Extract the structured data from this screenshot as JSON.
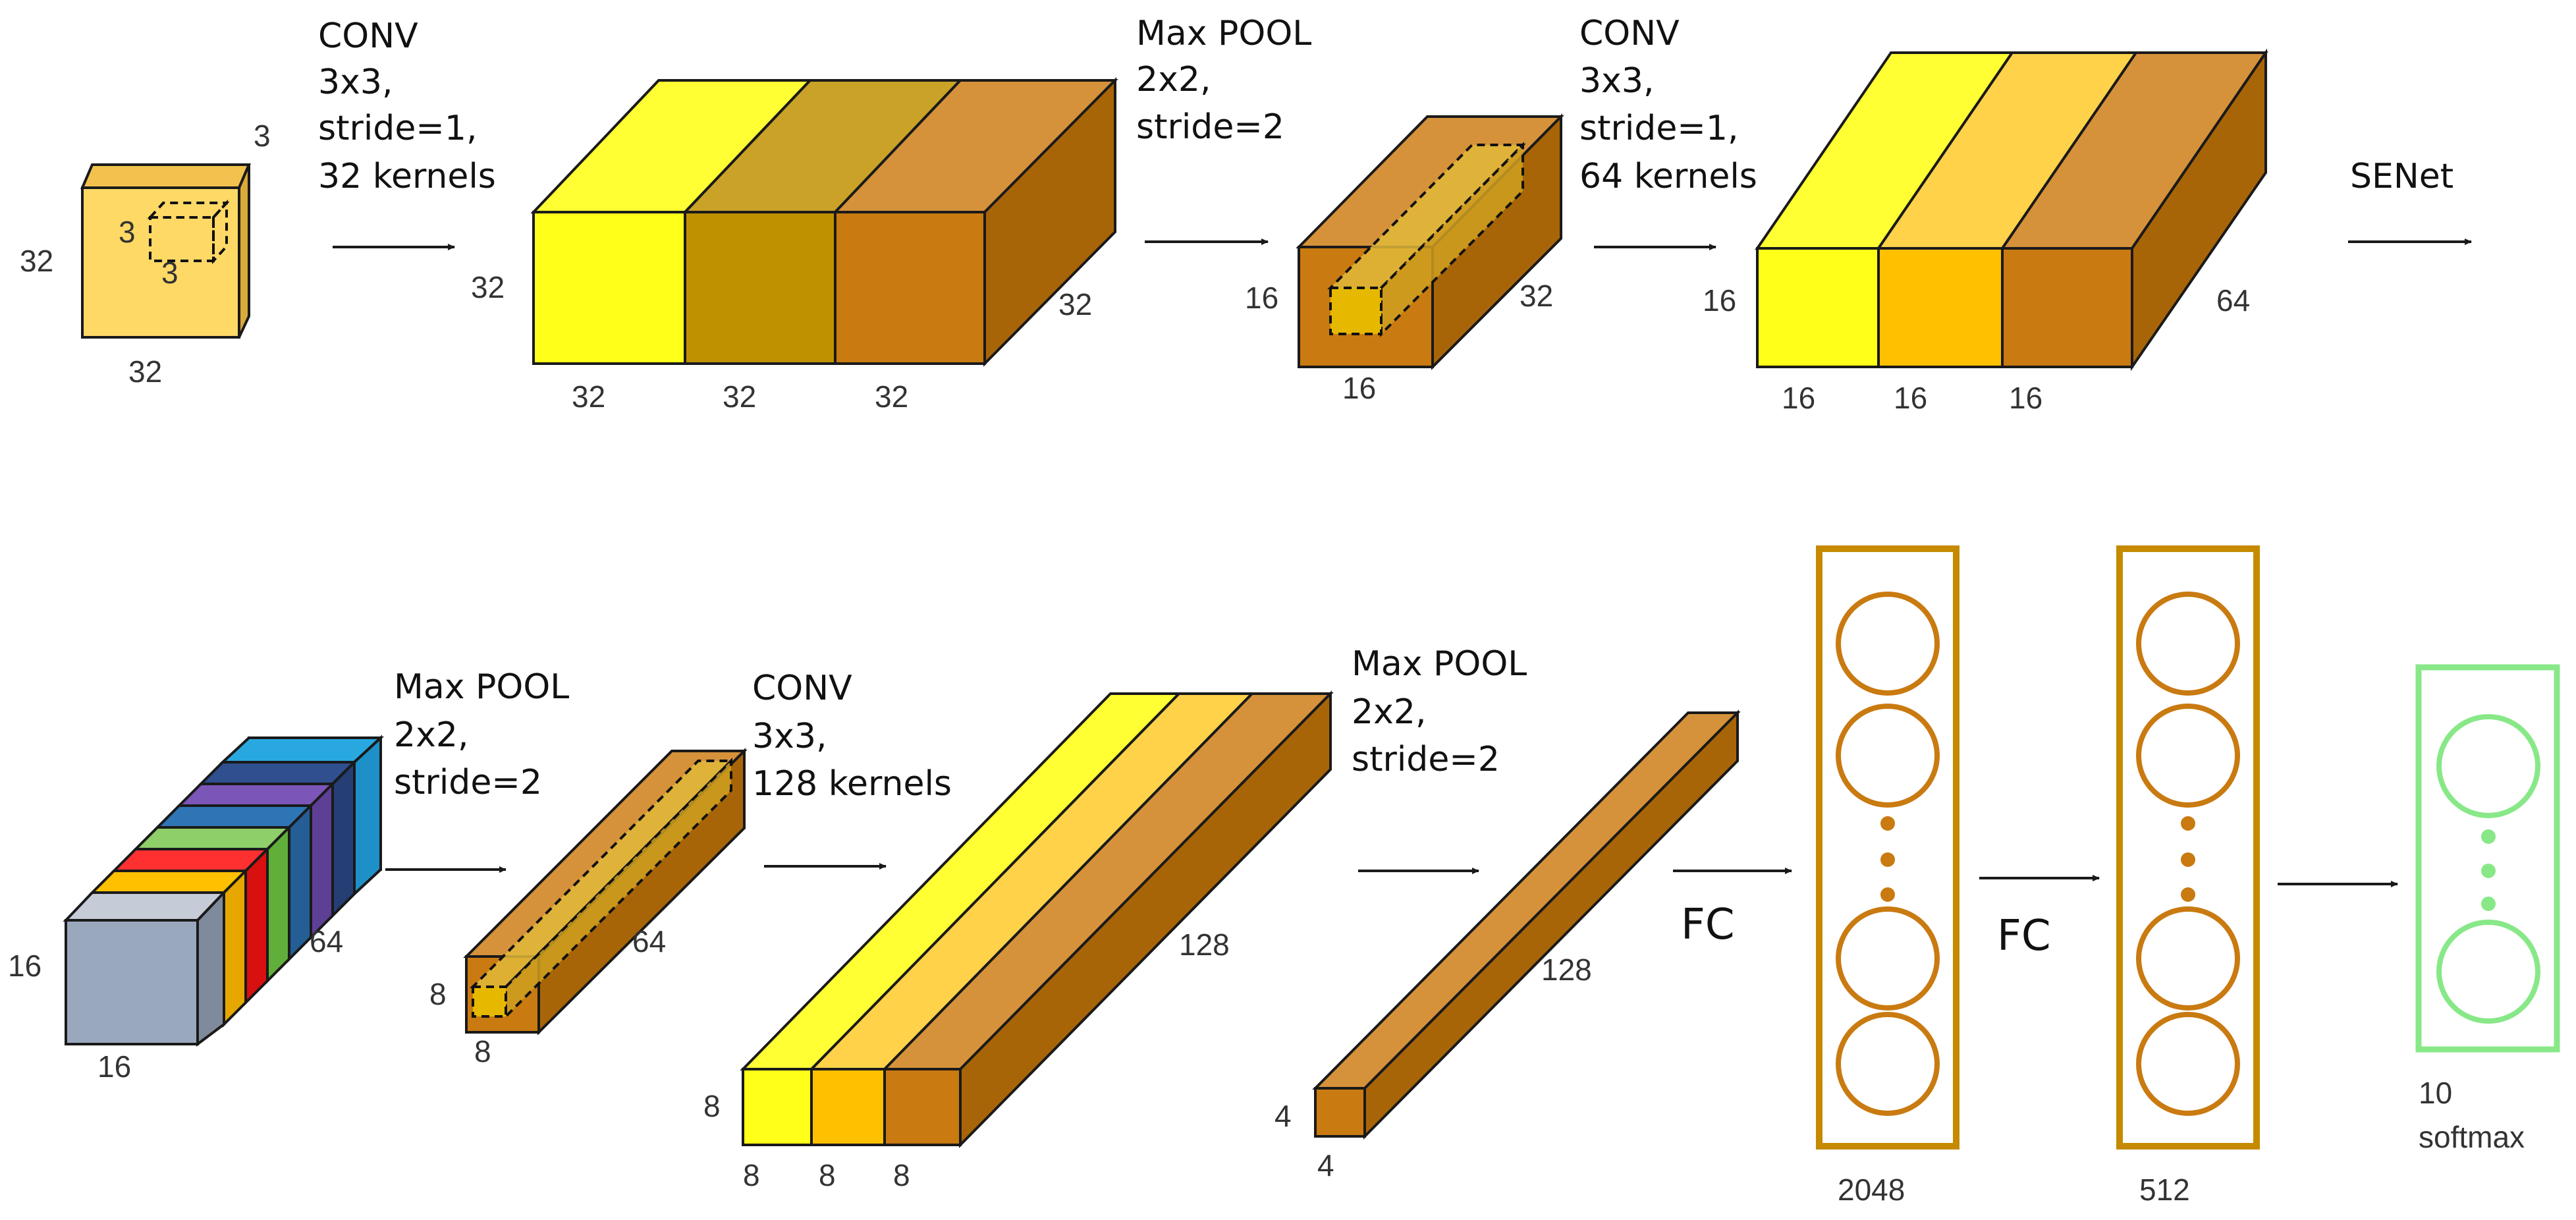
{
  "colors": {
    "yellow": "#FFFF1A",
    "mustard": "#BF9000",
    "amber": "#FFC000",
    "orange": "#C97A10",
    "brown": "#A86508",
    "fc_border": "#C58A00",
    "neuron": "#C97A10",
    "softmax": "#88E888",
    "input_face": "#FFD966"
  },
  "stage1": {
    "input": {
      "height": "32",
      "width": "32",
      "depth": "3",
      "kernel_a": "3",
      "kernel_b": "3"
    },
    "conv1": {
      "l1": "CONV",
      "l2": "3x3,",
      "l3": "stride=1,",
      "l4": "32 kernels"
    },
    "block1": {
      "height": "32",
      "depth": "32",
      "w1": "32",
      "w2": "32",
      "w3": "32"
    },
    "pool1": {
      "l1": "Max POOL",
      "l2": "2x2,",
      "l3": "stride=2"
    },
    "pooled1": {
      "height": "16",
      "width": "16",
      "depth": "32"
    },
    "conv2": {
      "l1": "CONV",
      "l2": "3x3,",
      "l3": "stride=1,",
      "l4": "64 kernels"
    },
    "block2": {
      "height": "16",
      "depth": "64",
      "w1": "16",
      "w2": "16",
      "w3": "16"
    },
    "senet": "SENet"
  },
  "stage2": {
    "se_block": {
      "height": "16",
      "width": "16",
      "depth": "64"
    },
    "pool2": {
      "l1": "Max POOL",
      "l2": "2x2,",
      "l3": "stride=2"
    },
    "pooled2": {
      "height": "8",
      "width": "8",
      "depth": "64"
    },
    "conv3": {
      "l1": "CONV",
      "l2": "3x3,",
      "l3": "128 kernels"
    },
    "block3": {
      "height": "8",
      "depth": "128",
      "w1": "8",
      "w2": "8",
      "w3": "8"
    },
    "pool3": {
      "l1": "Max POOL",
      "l2": "2x2,",
      "l3": "stride=2"
    },
    "pooled3": {
      "height": "4",
      "width": "4",
      "depth": "128"
    },
    "fc1_label": "FC",
    "fc2_label": "FC",
    "fc1_size": "2048",
    "fc2_size": "512",
    "out_size": "10",
    "out_name": "softmax"
  }
}
